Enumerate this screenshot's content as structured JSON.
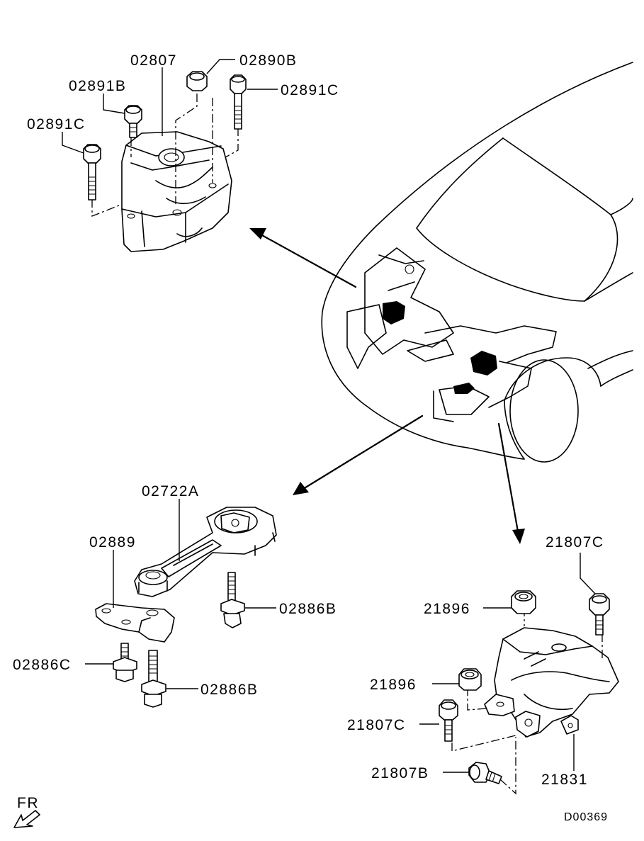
{
  "diagram_id": "D00369",
  "direction_label": "FR",
  "labels": {
    "p02807": "02807",
    "p02890B": "02890B",
    "p02891B": "02891B",
    "p02891C_a": "02891C",
    "p02891C_b": "02891C",
    "p02722A": "02722A",
    "p02889": "02889",
    "p02886B_a": "02886B",
    "p02886C": "02886C",
    "p02886B_b": "02886B",
    "p21807C_a": "21807C",
    "p21896_a": "21896",
    "p21896_b": "21896",
    "p21807C_b": "21807C",
    "p21807B": "21807B",
    "p21831": "21831"
  },
  "icons": {
    "direction": "fr-arrow-icon"
  }
}
